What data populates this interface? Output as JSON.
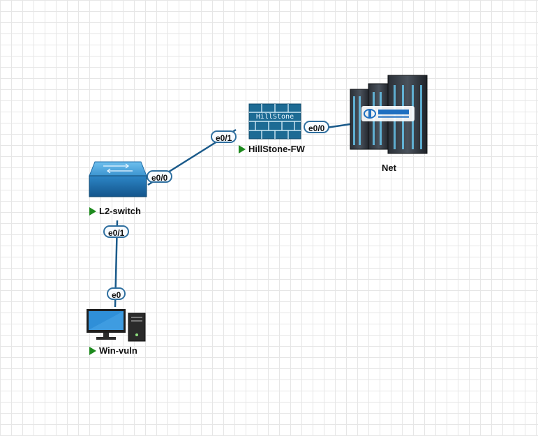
{
  "nodes": {
    "switch": {
      "label": "L2-switch"
    },
    "firewall": {
      "label": "HillStone-FW",
      "logo_text": "HillStone"
    },
    "net": {
      "label": "Net"
    },
    "pc": {
      "label": "Win-vuln"
    }
  },
  "ports": {
    "switch_e00": "e0/0",
    "fw_e01": "e0/1",
    "fw_e00": "e0/0",
    "switch_e01": "e0/1",
    "pc_e0": "e0"
  },
  "links": [
    {
      "from": "switch",
      "to": "firewall",
      "from_port": "e0/0",
      "to_port": "e0/1"
    },
    {
      "from": "firewall",
      "to": "net",
      "from_port": "e0/0",
      "to_port": ""
    },
    {
      "from": "switch",
      "to": "pc",
      "from_port": "e0/1",
      "to_port": "e0"
    }
  ],
  "colors": {
    "link": "#1a5a8a",
    "status_running": "#1e8a1e",
    "port_border": "#2f6f9f"
  }
}
